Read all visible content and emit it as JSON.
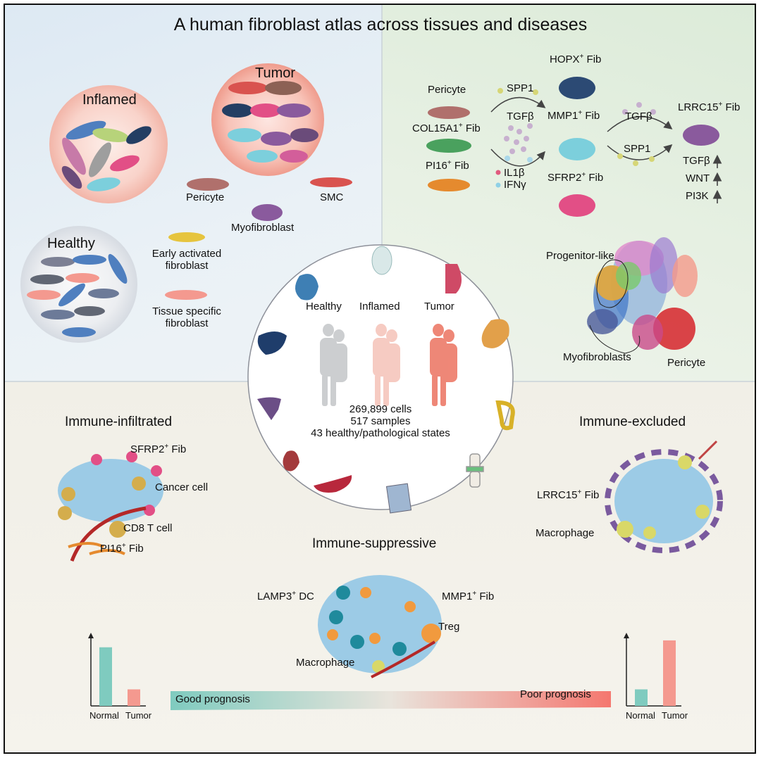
{
  "title": "A human fibroblast atlas across tissues and diseases",
  "top_left": {
    "inflamed": "Inflamed",
    "tumor": "Tumor",
    "healthy": "Healthy",
    "pericyte": "Pericyte",
    "smc": "SMC",
    "myofibroblast": "Myofibroblast",
    "early_activated_1": "Early activated",
    "early_activated_2": "fibroblast",
    "tissue_specific_1": "Tissue specific",
    "tissue_specific_2": "fibroblast"
  },
  "top_right": {
    "pericyte": "Pericyte",
    "col15a1": "COL15A1",
    "pi16": "PI16",
    "fib": "Fib",
    "plus": "+",
    "spp1": "SPP1",
    "tgfb": "TGFβ",
    "il1b": "IL1β",
    "ifng": "IFNγ",
    "hopx": "HOPX",
    "mmp1": "MMP1",
    "sfrp2": "SFRP2",
    "lrrc15": "LRRC15",
    "tgfb_right": "TGFβ",
    "spp1_right": "SPP1",
    "pathways": [
      "TGFβ",
      "WNT",
      "PI3K"
    ],
    "progenitor": "Progenitor-like",
    "myofibroblasts": "Myofibroblasts",
    "pericyte_umap": "Pericyte"
  },
  "center": {
    "healthy": "Healthy",
    "inflamed": "Inflamed",
    "tumor": "Tumor",
    "cells": "269,899 cells",
    "samples": "517 samples",
    "states": "43 healthy/pathological states"
  },
  "bottom": {
    "immune_infiltrated": "Immune-infiltrated",
    "immune_excluded": "Immune-excluded",
    "immune_suppressive": "Immune-suppressive",
    "sfrp2": "SFRP2",
    "cancer_cell": "Cancer cell",
    "cd8": "CD8 T cell",
    "pi16": "PI16",
    "lrrc15": "LRRC15",
    "macrophage": "Macrophage",
    "lamp3": "LAMP3",
    "dc": "DC",
    "mmp1": "MMP1",
    "treg": "Treg",
    "fib": "Fib",
    "plus": "+",
    "good": "Good prognosis",
    "poor": "Poor prognosis"
  },
  "chart_data": [
    {
      "type": "bar",
      "categories": [
        "Normal",
        "Tumor"
      ],
      "values": [
        0.85,
        0.24
      ],
      "colors": [
        "#7fcbbf",
        "#f4998f"
      ]
    },
    {
      "type": "bar",
      "categories": [
        "Normal",
        "Tumor"
      ],
      "values": [
        0.24,
        0.95
      ],
      "colors": [
        "#7fcbbf",
        "#f4998f"
      ]
    }
  ],
  "colors": {
    "teal": "#7fcbbf",
    "salmon": "#f4998f",
    "tumor_cell": "#e8593f"
  }
}
